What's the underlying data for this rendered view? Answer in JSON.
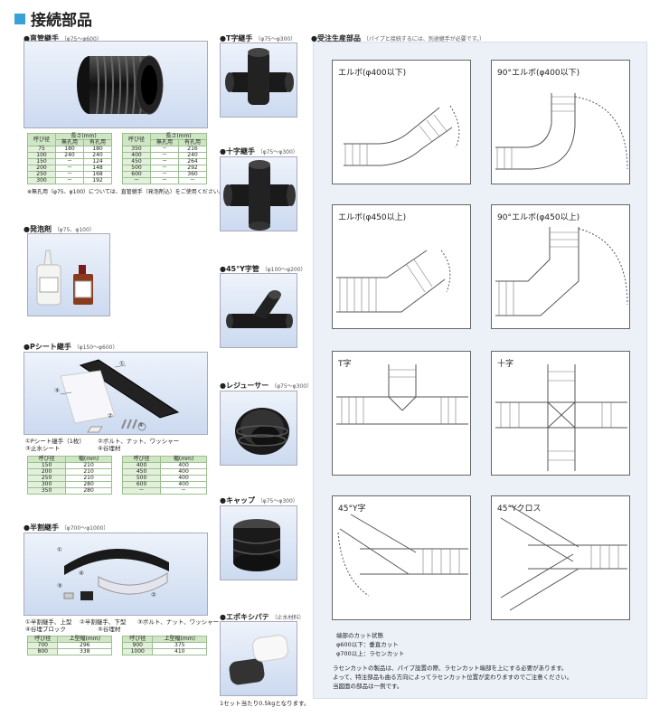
{
  "title": "接続部品",
  "straight": {
    "name": "●直管継手",
    "range": "（φ75～φ600）",
    "headers": [
      "呼び径",
      "長さ(mm)",
      "無孔用",
      "有孔用"
    ],
    "left_rows": [
      [
        "75",
        "180",
        "180"
      ],
      [
        "100",
        "240",
        "240"
      ],
      [
        "150",
        "－",
        "124"
      ],
      [
        "200",
        "－",
        "148"
      ],
      [
        "250",
        "－",
        "168"
      ],
      [
        "300",
        "－",
        "192"
      ]
    ],
    "right_rows": [
      [
        "350",
        "－",
        "216"
      ],
      [
        "400",
        "－",
        "240"
      ],
      [
        "450",
        "－",
        "264"
      ],
      [
        "500",
        "－",
        "292"
      ],
      [
        "600",
        "－",
        "360"
      ],
      [
        "－",
        "－",
        "－"
      ]
    ],
    "note": "※無孔用（φ75、φ100）については、直管継手（発泡剤込）をご使用ください。"
  },
  "foam": {
    "name": "●発泡剤",
    "range": "（φ75、φ100）"
  },
  "psheet": {
    "name": "●Pシート継手",
    "range": "（φ150～φ600）",
    "callouts": [
      "①",
      "②",
      "③",
      "④"
    ],
    "legend1": "①Pシート継手（1枚）",
    "legend2": "②ボルト、ナット、ワッシャー",
    "legend3": "③止水シート",
    "legend4": "④谷埋材",
    "headers": [
      "呼び径",
      "幅(mm)"
    ],
    "left_rows": [
      [
        "150",
        "210"
      ],
      [
        "200",
        "210"
      ],
      [
        "250",
        "210"
      ],
      [
        "300",
        "280"
      ],
      [
        "350",
        "280"
      ]
    ],
    "right_rows": [
      [
        "400",
        "400"
      ],
      [
        "450",
        "400"
      ],
      [
        "500",
        "400"
      ],
      [
        "600",
        "400"
      ],
      [
        "－",
        "－"
      ]
    ]
  },
  "half": {
    "name": "●半割継手",
    "range": "（φ700～φ1000）",
    "callouts": [
      "①",
      "②",
      "③",
      "④"
    ],
    "legend1": "①半割継手、上型",
    "legend2": "②半割継手、下型",
    "legend3": "③ボルト、ナット、ワッシャー",
    "legend4": "④谷埋ブロック",
    "legend5": "⑤谷埋材",
    "headers": [
      "呼び径",
      "上型幅(mm)"
    ],
    "left_rows": [
      [
        "700",
        "296"
      ],
      [
        "800",
        "338"
      ]
    ],
    "right_rows": [
      [
        "900",
        "375"
      ],
      [
        "1000",
        "410"
      ]
    ]
  },
  "tee": {
    "name": "●T字継手",
    "range": "（φ75～φ300）"
  },
  "cross": {
    "name": "●十字継手",
    "range": "（φ75～φ300）"
  },
  "y45": {
    "name": "●45°Y字管",
    "range": "（φ100～φ200）"
  },
  "reducer": {
    "name": "●レジューサー",
    "range": "（φ75～φ300）"
  },
  "cap": {
    "name": "●キャップ",
    "range": "（φ75～φ300）"
  },
  "epoxy": {
    "name": "●エポキシパテ",
    "range": "（止水材料）",
    "note": "1セット当たり0.5kgとなります。"
  },
  "custom": {
    "name": "●受注生産部品",
    "range": "（パイプと接続するには、別途継手が必要です。）",
    "panels": [
      "エルボ(φ400以下)",
      "90°エルボ(φ400以下)",
      "エルボ(φ450以上)",
      "90°エルボ(φ450以上)",
      "T字",
      "十字",
      "45°Y字",
      "45°Yクロス"
    ],
    "cut_title": "端部のカット状態",
    "cut1": "φ600以下：垂直カット",
    "cut2": "φ700以上：ラセンカット",
    "note1": "ラセンカットの製品は、パイプ設置の際、ラセンカット端部を上にする必要があります。",
    "note2": "よって、特注部品も曲る方向によってラセンカット位置が変わりますのでご注意ください。",
    "note3": "当図面の部品は一例です。"
  },
  "colors": {
    "accent": "#3aa0d8",
    "table_header": "#cfe6c5",
    "panel_bg": "#ecf1f8"
  }
}
